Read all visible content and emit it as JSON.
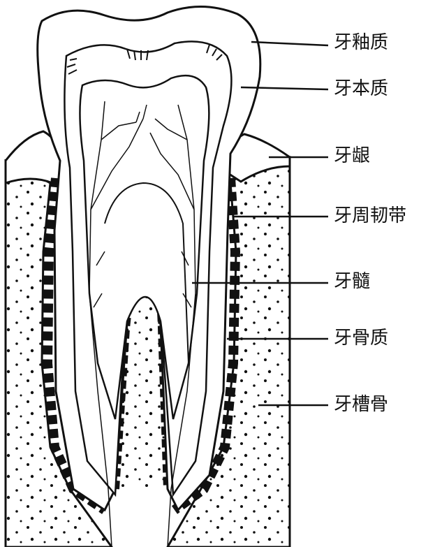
{
  "labels": {
    "enamel": "牙釉质",
    "dentin": "牙本质",
    "gingiva": "牙龈",
    "periodontal_ligament": "牙周韧带",
    "pulp": "牙髓",
    "cementum": "牙骨质",
    "alveolar_bone": "牙槽骨"
  },
  "colors": {
    "ink": "#111111",
    "paper": "#ffffff"
  }
}
